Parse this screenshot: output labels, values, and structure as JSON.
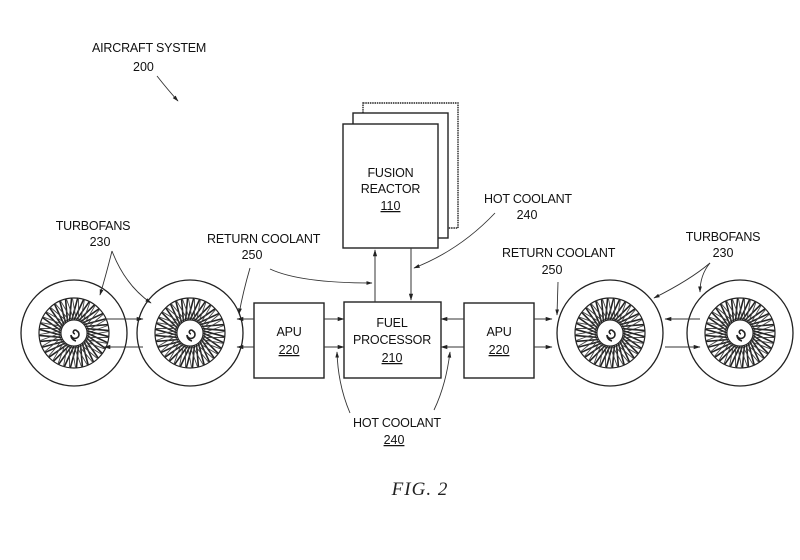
{
  "figure": {
    "caption": "FIG. 2",
    "system_label": {
      "name": "AIRCRAFT SYSTEM",
      "ref": "200"
    }
  },
  "components": {
    "fusion_reactor": {
      "name_line1": "FUSION",
      "name_line2": "REACTOR",
      "ref": "110"
    },
    "fuel_processor": {
      "name_line1": "FUEL",
      "name_line2": "PROCESSOR",
      "ref": "210"
    },
    "apu_left": {
      "name": "APU",
      "ref": "220"
    },
    "apu_right": {
      "name": "APU",
      "ref": "220"
    }
  },
  "callouts": {
    "turbofans_left": {
      "name": "TURBOFANS",
      "ref": "230"
    },
    "turbofans_right": {
      "name": "TURBOFANS",
      "ref": "230"
    },
    "return_coolant_left": {
      "name": "RETURN COOLANT",
      "ref": "250"
    },
    "return_coolant_right": {
      "name": "RETURN COOLANT",
      "ref": "250"
    },
    "hot_coolant_top": {
      "name": "HOT COOLANT",
      "ref": "240"
    },
    "hot_coolant_bottom": {
      "name": "HOT COOLANT",
      "ref": "240"
    }
  },
  "turbofans": [
    {
      "id": "turbofan-1",
      "side": "left"
    },
    {
      "id": "turbofan-2",
      "side": "left"
    },
    {
      "id": "turbofan-3",
      "side": "right"
    },
    {
      "id": "turbofan-4",
      "side": "right"
    }
  ]
}
